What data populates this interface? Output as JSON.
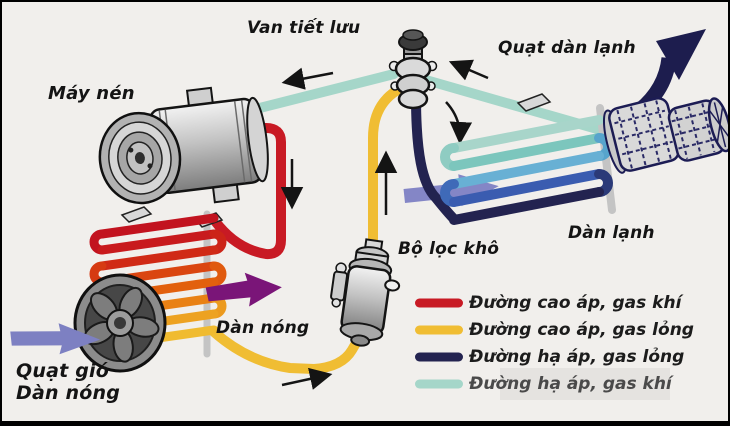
{
  "labels": {
    "expansion_valve": "Van tiết lưu",
    "evaporator_fan": "Quạt dàn lạnh",
    "compressor": "Máy nén",
    "evaporator": "Dàn lạnh",
    "receiver_drier": "Bộ lọc khô",
    "condenser": "Dàn nóng",
    "condenser_fan_line1": "Quạt gió",
    "condenser_fan_line2": "Dàn nóng"
  },
  "legend": {
    "items": [
      {
        "label": "Đường cao áp, gas khí",
        "color": "#c81a24"
      },
      {
        "label": "Đường cao áp, gas lỏng",
        "color": "#f0bd33"
      },
      {
        "label": "Đường hạ áp, gas lỏng",
        "color": "#232350"
      },
      {
        "label": "Đường hạ áp, gas khí",
        "color": "#a5d6c9"
      }
    ]
  },
  "colors": {
    "background": "#f1efec",
    "frame": "#000000",
    "high_pressure_gas_pipe": "#c81a24",
    "high_pressure_liquid_pipe": "#f0bd33",
    "low_pressure_liquid_pipe": "#232350",
    "low_pressure_gas_pipe": "#a5d6c9",
    "cold_air_arrow": "#1d1d4e",
    "intake_air_arrow": "#8486c6",
    "hot_air_arrow": "#7a1578"
  }
}
